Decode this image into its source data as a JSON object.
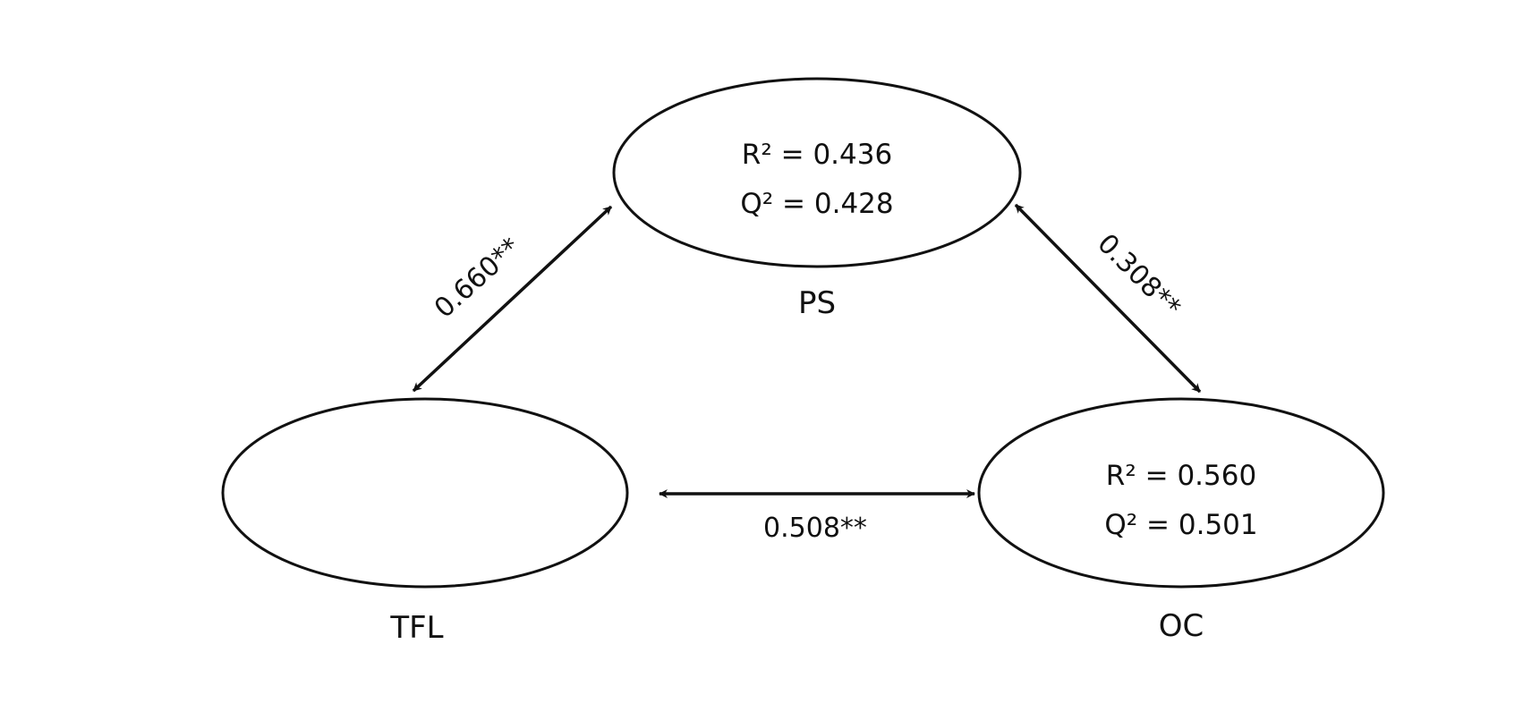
{
  "nodes": {
    "ps": {
      "label": "PS",
      "r2": "R² = 0.436",
      "q2": "Q² = 0.428"
    },
    "tfl": {
      "label": "TFL"
    },
    "oc": {
      "label": "OC",
      "r2": "R² = 0.560",
      "q2": "Q² = 0.501"
    }
  },
  "paths": {
    "tfl_ps": "0.660**",
    "ps_oc": "0.308**",
    "tfl_oc": "0.508**"
  },
  "colors": {
    "stroke": "#111111",
    "background": "#ffffff"
  }
}
